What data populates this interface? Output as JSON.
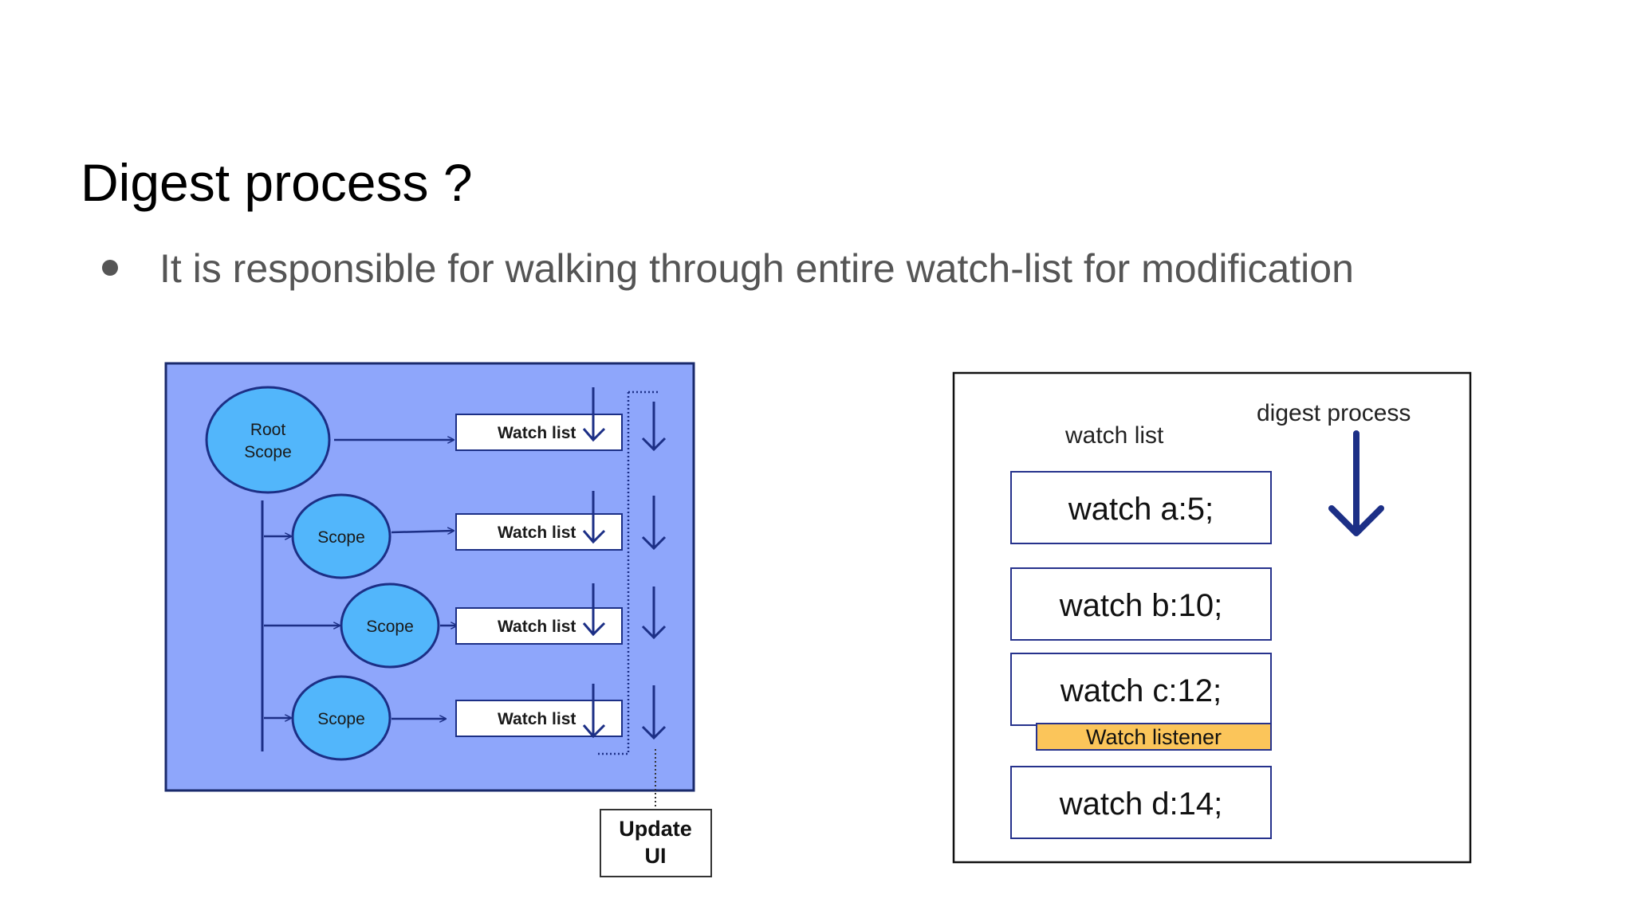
{
  "slide": {
    "title": "Digest process ?",
    "bullet": "It is responsible for walking through entire watch-list for modification"
  },
  "left_diagram": {
    "root_scope_line1": "Root",
    "root_scope_line2": "Scope",
    "scopes": [
      "Scope",
      "Scope",
      "Scope"
    ],
    "watch_lists": [
      "Watch list",
      "Watch list",
      "Watch list",
      "Watch list"
    ],
    "update_ui_line1": "Update",
    "update_ui_line2": "UI",
    "colors": {
      "panel": "#8ea6fb",
      "ellipse": "#52b6fb",
      "arrow": "#1c2f86"
    }
  },
  "right_diagram": {
    "watch_list_label": "watch list",
    "digest_process_label": "digest process",
    "watches": [
      "watch a:5;",
      "watch b:10;",
      "watch c:12;",
      "watch d:14;"
    ],
    "listener_label": "Watch listener",
    "colors": {
      "listener": "#fbc55a",
      "arrow": "#1c2f86",
      "box_border": "#26328c"
    }
  }
}
